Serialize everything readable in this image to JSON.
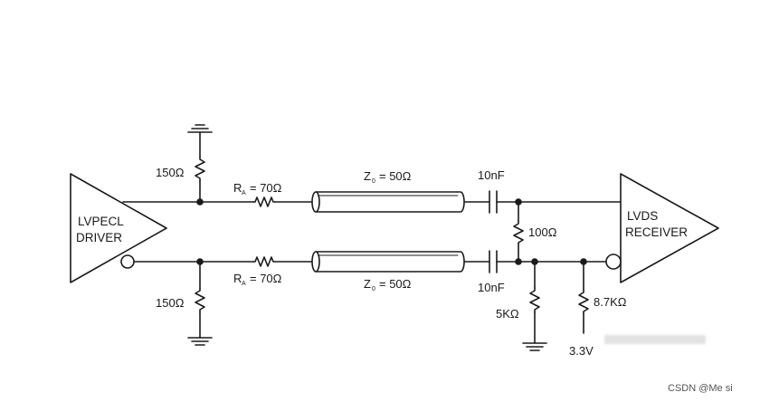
{
  "driver": {
    "line1": "LVPECL",
    "line2": "DRIVER"
  },
  "receiver": {
    "line1": "LVDS",
    "line2": "RECEIVER"
  },
  "top_bias_resistor": "150Ω",
  "bottom_bias_resistor": "150Ω",
  "top_series": {
    "label": "R",
    "sub": "A",
    "value": "= 70Ω"
  },
  "bottom_series": {
    "label": "R",
    "sub": "A",
    "value": "= 70Ω"
  },
  "top_line": {
    "label": "Z",
    "sub": "0",
    "value": "= 50Ω"
  },
  "bottom_line": {
    "label": "Z",
    "sub": "0",
    "value": "= 50Ω"
  },
  "top_cap": "10nF",
  "bottom_cap": "10nF",
  "termination": "100Ω",
  "pulldown": "5KΩ",
  "pullup": "8.7KΩ",
  "supply": "3.3V",
  "watermark": "CSDN @Me si"
}
